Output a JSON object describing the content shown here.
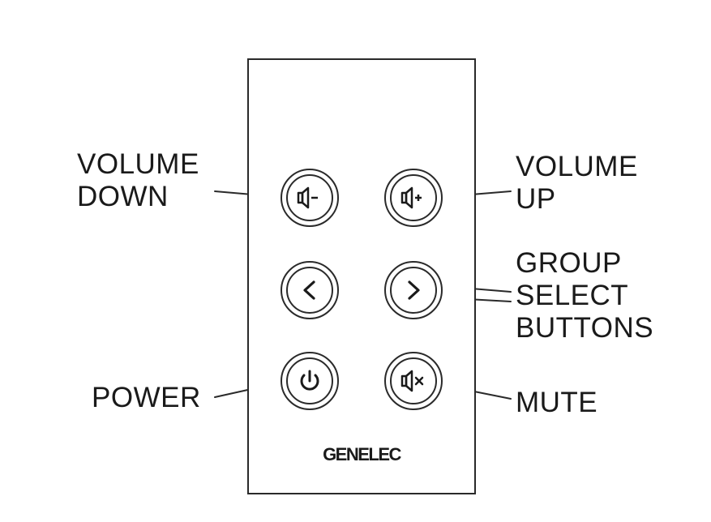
{
  "labels": {
    "volume_down": [
      "VOLUME",
      "DOWN"
    ],
    "volume_up": [
      "VOLUME",
      "UP"
    ],
    "group_select": [
      "GROUP",
      "SELECT",
      "BUTTONS"
    ],
    "power": "POWER",
    "mute": "MUTE"
  },
  "brand": "GENELEC",
  "buttons": [
    {
      "name": "volume-down-button",
      "icon": "speaker-minus-icon"
    },
    {
      "name": "volume-up-button",
      "icon": "speaker-plus-icon"
    },
    {
      "name": "group-previous-button",
      "icon": "chevron-left-icon"
    },
    {
      "name": "group-next-button",
      "icon": "chevron-right-icon"
    },
    {
      "name": "power-button",
      "icon": "power-icon"
    },
    {
      "name": "mute-button",
      "icon": "speaker-mute-icon"
    }
  ],
  "colors": {
    "ink": "#1a1a1a",
    "outline": "#2a2a2a",
    "background": "#ffffff"
  }
}
